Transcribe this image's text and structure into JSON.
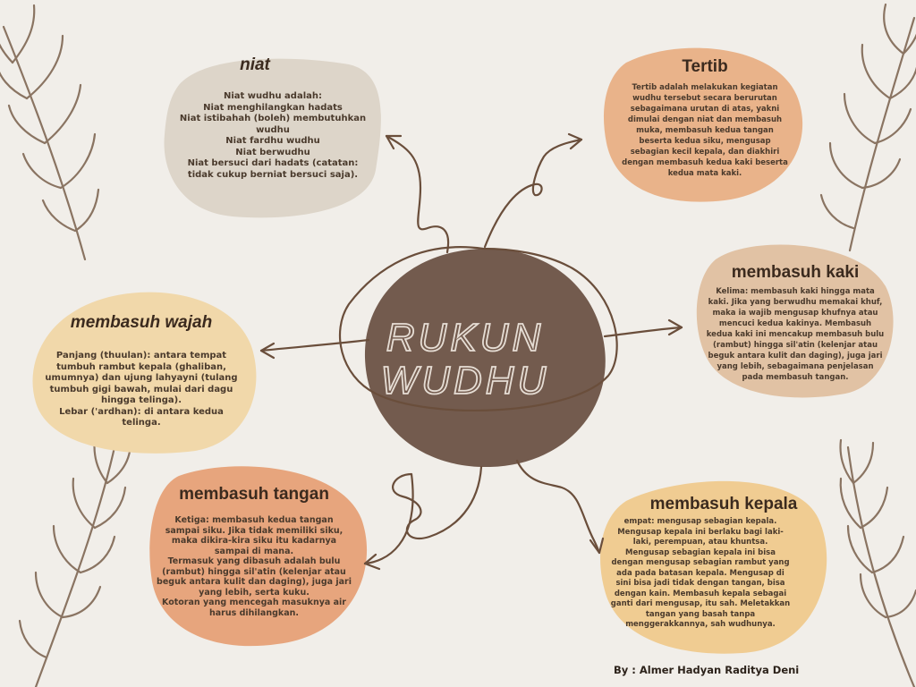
{
  "diagram": {
    "center": {
      "lines": [
        "RUKUN",
        "WUDHU"
      ]
    },
    "nodes": {
      "niat": {
        "title": "niat",
        "lines": [
          "Niat wudhu adalah:",
          "Niat menghilangkan hadats",
          "Niat istibahah (boleh) membutuhkan",
          "wudhu",
          "Niat fardhu wudhu",
          "Niat berwudhu",
          "Niat bersuci dari hadats (catatan:",
          "tidak cukup berniat bersuci saja)."
        ]
      },
      "tertib": {
        "title": "Tertib",
        "lines": [
          "Tertib adalah melakukan kegiatan",
          "wudhu tersebut secara berurutan",
          "sebagaimana urutan di atas, yakni",
          "dimulai dengan niat dan membasuh",
          "muka, membasuh kedua tangan",
          "beserta kedua siku, mengusap",
          "sebagian kecil kepala, dan diakhiri",
          "dengan membasuh kedua kaki beserta",
          "kedua mata kaki."
        ]
      },
      "kaki": {
        "title": "membasuh kaki",
        "lines": [
          "Kelima: membasuh kaki hingga mata",
          "kaki. Jika yang berwudhu memakai khuf,",
          "maka ia wajib mengusap khufnya atau",
          "mencuci kedua kakinya. Membasuh",
          "kedua kaki ini mencakup membasuh bulu",
          "(rambut) hingga sil'atin (kelenjar atau",
          "beguk antara kulit dan daging), juga jari",
          "yang lebih, sebagaimana penjelasan",
          "pada membasuh tangan."
        ]
      },
      "wajah": {
        "title": "membasuh wajah",
        "lines": [
          "Panjang (thuulan): antara tempat",
          "tumbuh rambut kepala (ghaliban,",
          "umumnya) dan ujung lahyayni (tulang",
          "tumbuh gigi bawah, mulai dari dagu",
          "hingga telinga).",
          "Lebar ('ardhan): di antara kedua",
          "telinga."
        ]
      },
      "tangan": {
        "title": "membasuh tangan",
        "lines": [
          "Ketiga: membasuh kedua tangan",
          "sampai siku. Jika tidak memiliki siku,",
          "maka dikira-kira siku itu kadarnya",
          "sampai di mana.",
          "Termasuk yang dibasuh adalah bulu",
          "(rambut) hingga sil'atin (kelenjar atau",
          "beguk antara kulit dan daging), juga jari",
          "yang lebih, serta kuku.",
          "Kotoran yang mencegah masuknya air",
          "harus dihilangkan."
        ]
      },
      "kepala": {
        "title": "membasuh kepala",
        "lines": [
          "empat: mengusap sebagian kepala.",
          "Mengusap kepala ini berlaku bagi laki-",
          "laki, perempuan, atau khuntsa.",
          "Mengusap sebagian kepala ini bisa",
          "dengan mengusap sebagian rambut yang",
          "ada pada batasan kepala. Mengusap di",
          "sini bisa jadi tidak dengan tangan, bisa",
          "dengan kain. Membasuh kepala sebagai",
          "ganti dari mengusap, itu sah. Meletakkan",
          "tangan yang basah tanpa",
          "menggerakkannya, sah wudhunya."
        ]
      }
    },
    "author": "By : Almer Hadyan Raditya Deni"
  },
  "colors": {
    "background": "#f1eee9",
    "center": "#735b4e",
    "center_text": "#e6ddd4",
    "niat_blob": "#ddd5c9",
    "tertib_blob": "#e9b38a",
    "kaki_blob": "#e1c2a4",
    "wajah_blob": "#f1d8aa",
    "tangan_blob": "#e7a57d",
    "kepala_blob": "#f0cc92",
    "arrows": "#6a4e3b",
    "leaves": "#8a7462"
  }
}
